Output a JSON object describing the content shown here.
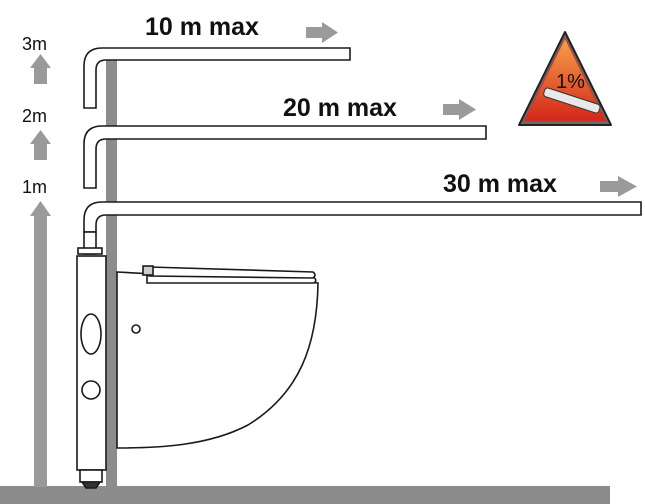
{
  "heights": [
    {
      "label": "3m"
    },
    {
      "label": "2m"
    },
    {
      "label": "1m"
    }
  ],
  "pipes": [
    {
      "label": "10 m max"
    },
    {
      "label": "20 m max"
    },
    {
      "label": "30 m max"
    }
  ],
  "slope_sign": {
    "label": "1%",
    "fill": "#d62a1a",
    "gradient_top": "#f5a04a"
  },
  "colors": {
    "wall": "#8c8c8c",
    "arrow": "#9a9a9a",
    "floor": "#8c8c8c",
    "outline": "#1a1a1a"
  }
}
